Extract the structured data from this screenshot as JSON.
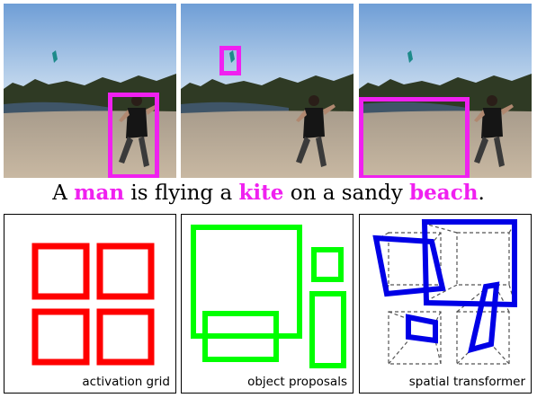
{
  "caption": {
    "w1": "A ",
    "w2": "man",
    "w3": " is flying a ",
    "w4": "kite",
    "w5": " on a sandy ",
    "w6": "beach",
    "w7": "."
  },
  "colors": {
    "highlight": "#f020f0",
    "grid": "#ff0000",
    "proposals": "#00ff00",
    "transformer": "#0000e6",
    "dashed": "#555555"
  },
  "photos": [
    {
      "focus": "man"
    },
    {
      "focus": "kite"
    },
    {
      "focus": "beach"
    }
  ],
  "panels": [
    {
      "label": "activation grid"
    },
    {
      "label": "object proposals"
    },
    {
      "label": "spatial transformer"
    }
  ]
}
